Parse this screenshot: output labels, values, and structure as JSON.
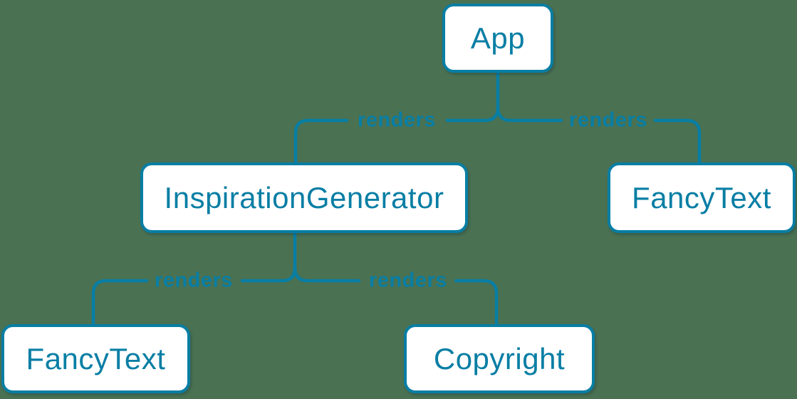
{
  "diagram": {
    "type": "component-render-tree",
    "colors": {
      "background": "#4a7152",
      "accent_blue": "#087ea4",
      "node_fill": "#ffffff"
    },
    "nodes": [
      {
        "id": "app",
        "label": "App"
      },
      {
        "id": "inspiration-generator",
        "label": "InspirationGenerator"
      },
      {
        "id": "fancy-text-top-right",
        "label": "FancyText"
      },
      {
        "id": "fancy-text-bottom-left",
        "label": "FancyText"
      },
      {
        "id": "copyright",
        "label": "Copyright"
      }
    ],
    "edges": [
      {
        "from": "App",
        "to": "InspirationGenerator",
        "label": "renders"
      },
      {
        "from": "App",
        "to": "FancyText",
        "label": "renders"
      },
      {
        "from": "InspirationGenerator",
        "to": "FancyText",
        "label": "renders"
      },
      {
        "from": "InspirationGenerator",
        "to": "Copyright",
        "label": "renders"
      }
    ]
  }
}
